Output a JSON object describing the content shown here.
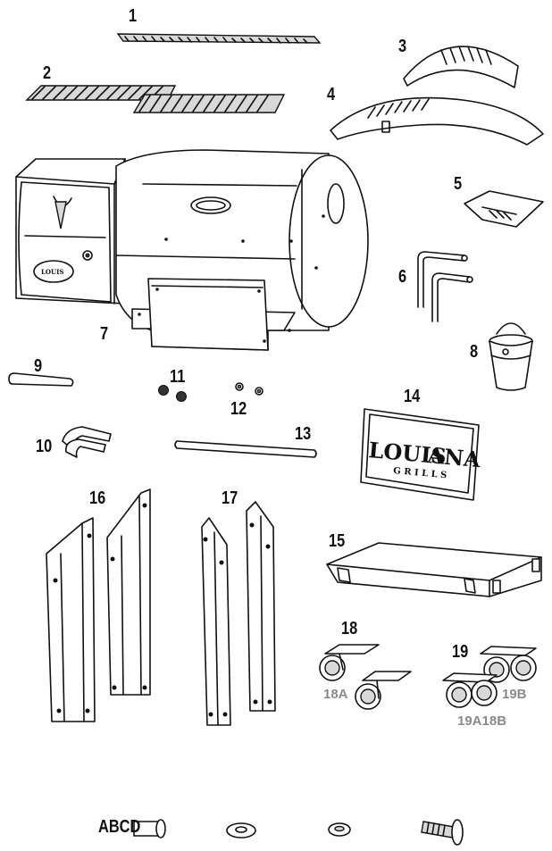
{
  "labels": {
    "p1": "1",
    "p2": "2",
    "p3": "3",
    "p4": "4",
    "p5": "5",
    "p6": "6",
    "p7": "7",
    "p8": "8",
    "p9": "9",
    "p10": "10",
    "p11": "11",
    "p12": "12",
    "p13": "13",
    "p14": "14",
    "p15": "15",
    "p16": "16",
    "p17": "17",
    "p18": "18",
    "p19": "19",
    "p18a": "18A",
    "p19b": "19B",
    "p19a18b": "19A18B",
    "hardware": "ABCD"
  },
  "brand": {
    "name_a": "LOUIS",
    "name_b": "ANA",
    "sub": "G R I L L S"
  }
}
